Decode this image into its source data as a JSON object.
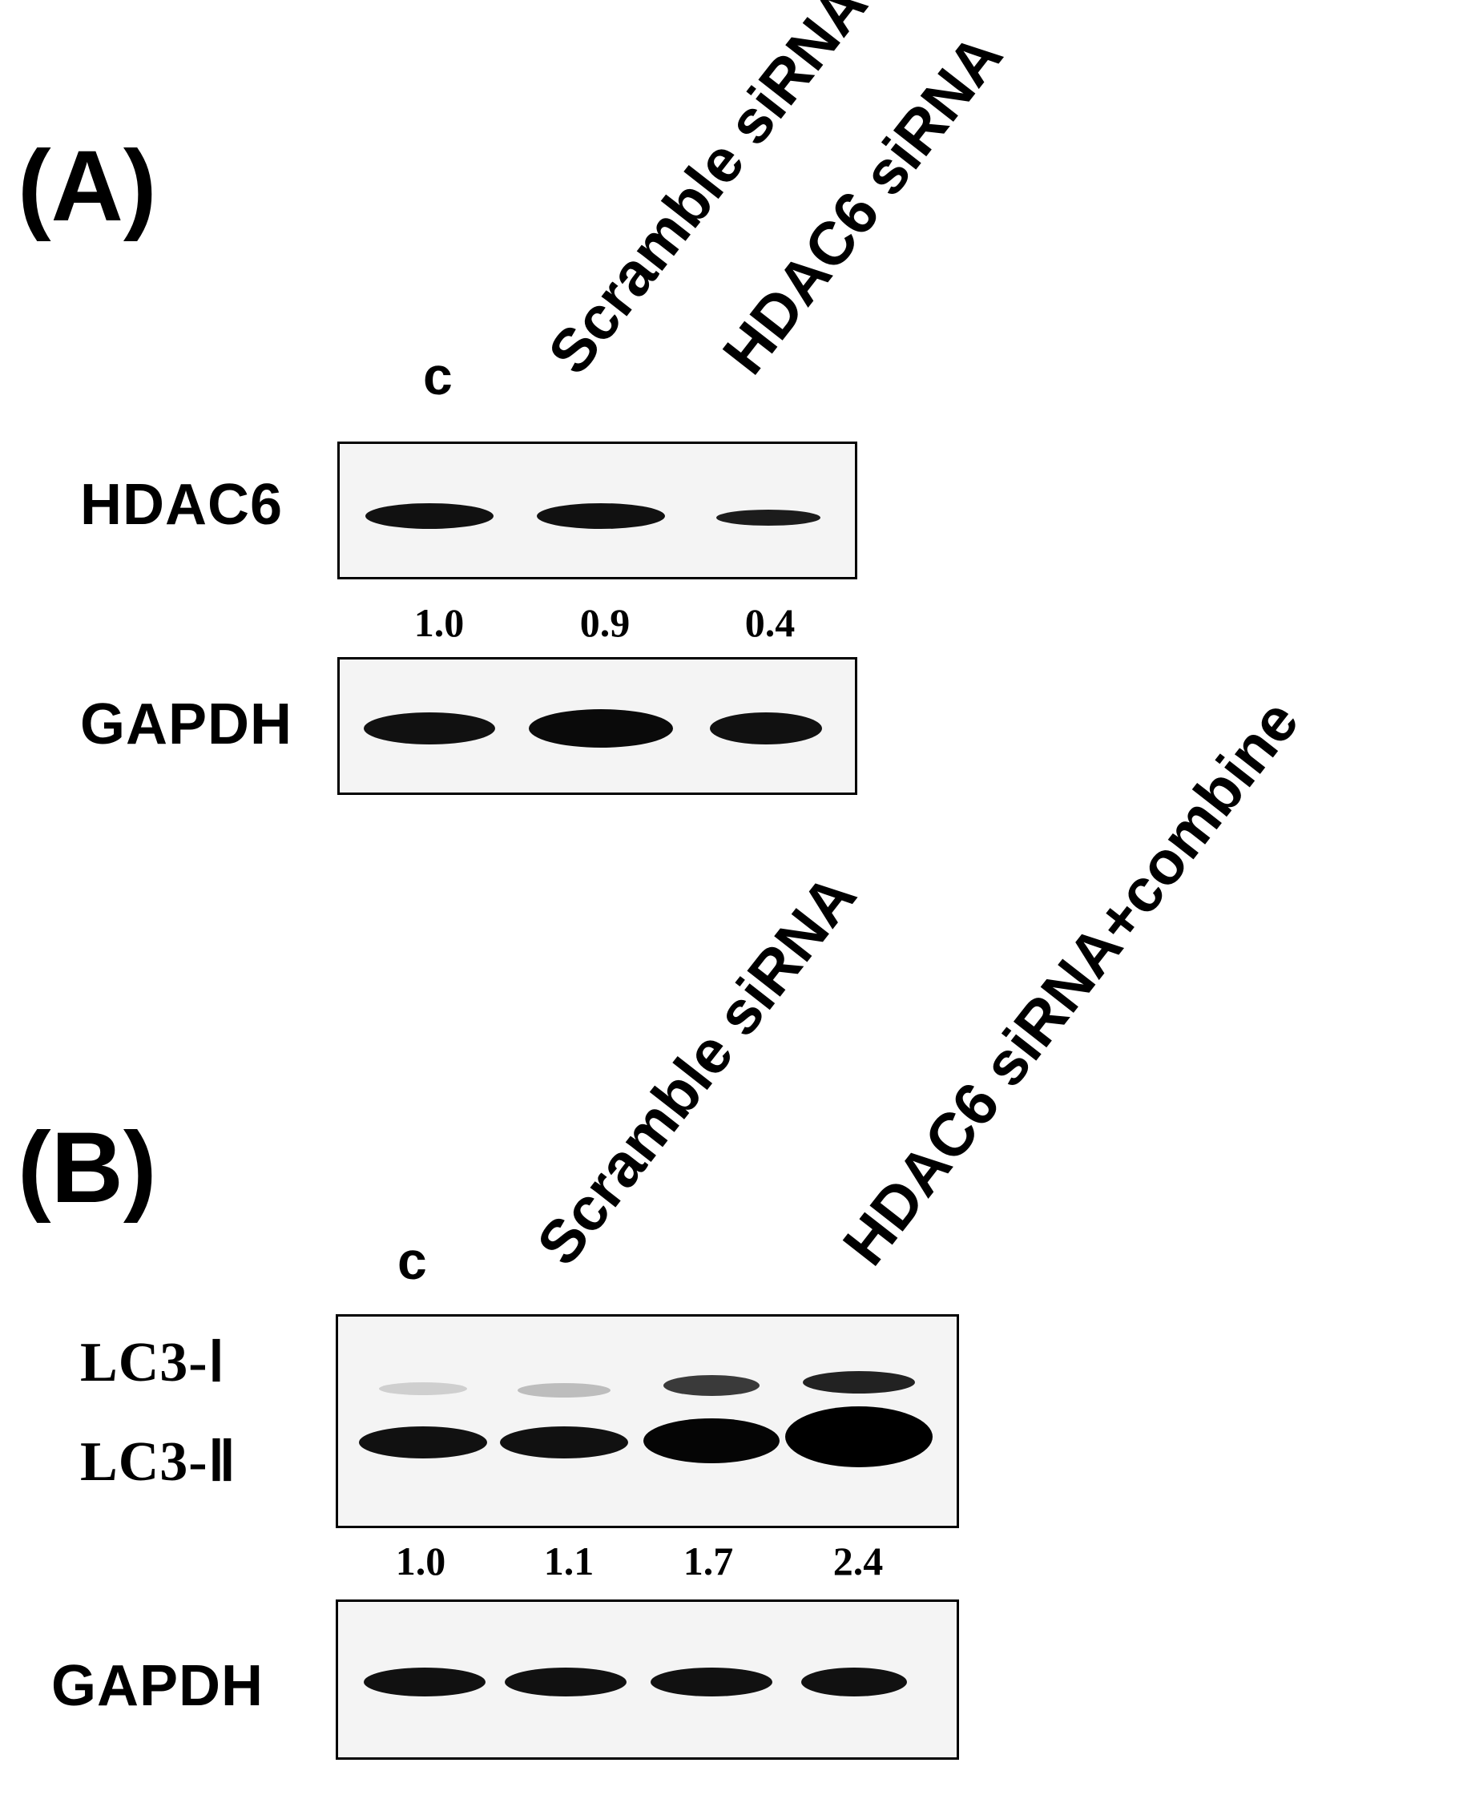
{
  "panel_a": {
    "letter": "(A)",
    "lanes": [
      "c",
      "Scramble siRNA",
      "HDAC6 siRNA"
    ],
    "rows": [
      {
        "label": "HDAC6",
        "band_intensity": [
          1.0,
          0.9,
          0.4
        ]
      },
      {
        "label": "GAPDH",
        "band_intensity": [
          0.85,
          1.0,
          0.8
        ]
      }
    ],
    "quantification": [
      "1.0",
      "0.9",
      "0.4"
    ]
  },
  "panel_b": {
    "letter": "(B)",
    "lanes": [
      "c",
      "Scramble siRNA",
      "HDAC6 siRNA+combine"
    ],
    "rows": [
      {
        "label": "LC3-",
        "numeral": "Ⅰ",
        "band_intensity": [
          0.15,
          0.2,
          0.6,
          0.75
        ]
      },
      {
        "label": "LC3-",
        "numeral": "Ⅱ",
        "band_intensity": [
          0.8,
          0.8,
          1.0,
          1.0
        ]
      },
      {
        "label": "GAPDH",
        "band_intensity": [
          0.85,
          0.85,
          0.85,
          0.85
        ]
      }
    ],
    "quantification": [
      "1.0",
      "1.1",
      "1.7",
      "2.4"
    ]
  }
}
